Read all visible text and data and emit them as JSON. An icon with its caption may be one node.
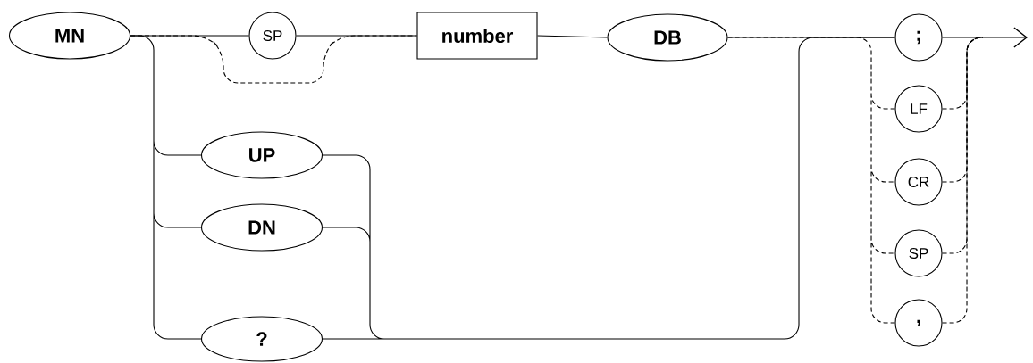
{
  "diagram": {
    "nodes": [
      {
        "text": [
          "MN"
        ]
      },
      {
        "text": [
          "SP"
        ]
      },
      {
        "text": [
          "number"
        ]
      },
      {
        "text": [
          "DB"
        ]
      },
      {
        "text": [
          ";"
        ]
      },
      {
        "text": [
          "LF"
        ]
      },
      {
        "text": [
          "CR"
        ]
      },
      {
        "text": [
          "SP"
        ]
      },
      {
        "text": [
          ","
        ]
      },
      {
        "text": [
          "UP"
        ]
      },
      {
        "text": [
          "DN"
        ]
      },
      {
        "text": [
          "?"
        ]
      }
    ],
    "edges": [
      {
        "from": 0,
        "to": 1,
        "arrow": "none"
      },
      {
        "from": 0,
        "to": 2,
        "arrow": "none",
        "style": "dashed"
      },
      {
        "from": 1,
        "to": 2,
        "arrow": "none"
      },
      {
        "from": 2,
        "to": 3,
        "arrow": "none"
      },
      {
        "from": 0,
        "to": 9,
        "arrow": "none"
      },
      {
        "from": 0,
        "to": 10,
        "arrow": "none"
      },
      {
        "from": 0,
        "to": 11,
        "arrow": "none"
      },
      {
        "from": 3,
        "to": 4,
        "arrow": "none"
      },
      {
        "from": 9,
        "to": 4,
        "arrow": "none"
      },
      {
        "from": 10,
        "to": 4,
        "arrow": "none"
      },
      {
        "from": 11,
        "to": 4,
        "arrow": "none"
      },
      {
        "from": 3,
        "to": 5,
        "arrow": "none",
        "style": "dashed"
      },
      {
        "from": 3,
        "to": 6,
        "arrow": "none",
        "style": "dashed"
      },
      {
        "from": 3,
        "to": 7,
        "arrow": "none",
        "style": "dashed"
      },
      {
        "from": 3,
        "to": 8,
        "arrow": "none",
        "style": "dashed"
      },
      {
        "from": 4,
        "to": null,
        "arrow": "to"
      },
      {
        "from": 5,
        "to": null,
        "arrow": "none",
        "style": "dashed"
      },
      {
        "from": 6,
        "to": null,
        "arrow": "none",
        "style": "dashed"
      },
      {
        "from": 7,
        "to": null,
        "arrow": "none",
        "style": "dashed"
      },
      {
        "from": 8,
        "to": null,
        "arrow": "none",
        "style": "dashed"
      }
    ]
  }
}
